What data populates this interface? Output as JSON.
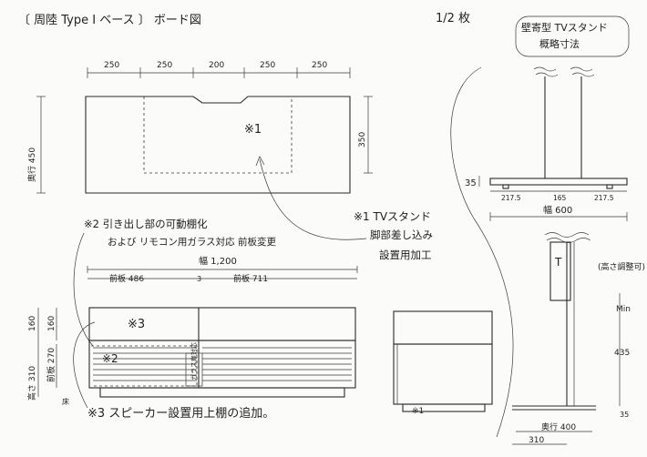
{
  "sheet": {
    "title": "〔 周陸 Type Ⅰ ベース 〕 ボード図",
    "scale": "1/2 枚"
  },
  "plan_view": {
    "top_dims": [
      "250",
      "250",
      "200",
      "250",
      "250"
    ],
    "depth_label": "奥行 450",
    "right_dim": "350",
    "note_ref": "※1"
  },
  "stand_spec": {
    "title_line1": "壁寄型 TVスタンド",
    "title_line2": "概略寸法",
    "base_height": "35",
    "base_dims": [
      "217.5",
      "165",
      "217.5"
    ],
    "width": "幅 600"
  },
  "notes": {
    "note1_title": "※1 TVスタンド",
    "note1_line2": "脚部差し込み",
    "note1_line3": "設置用加工",
    "note2_line1": "※2 引き出し部の可動棚化",
    "note2_line2": "および リモコン用ガラス対応 前板変更",
    "note3": "※3 スピーカー設置用上棚の追加。"
  },
  "front_view": {
    "total_width": "幅 1,200",
    "left_span": "前板 486",
    "mid_span": "3",
    "right_span": "前板 711",
    "height_total": "高さ 310",
    "height_upper_outer": "160",
    "height_upper_inner": "160",
    "height_lower": "前板 270",
    "plinth": "床",
    "ref3": "※3",
    "ref2": "※2",
    "drawer_label": "ガラス扉対応"
  },
  "side_view": {
    "ref1": "※1"
  },
  "stand_side": {
    "adjustable": "(高さ調整可)",
    "min": "Min",
    "height": "435",
    "foot": "35",
    "depth": "奥行 400",
    "bottom": "310"
  }
}
